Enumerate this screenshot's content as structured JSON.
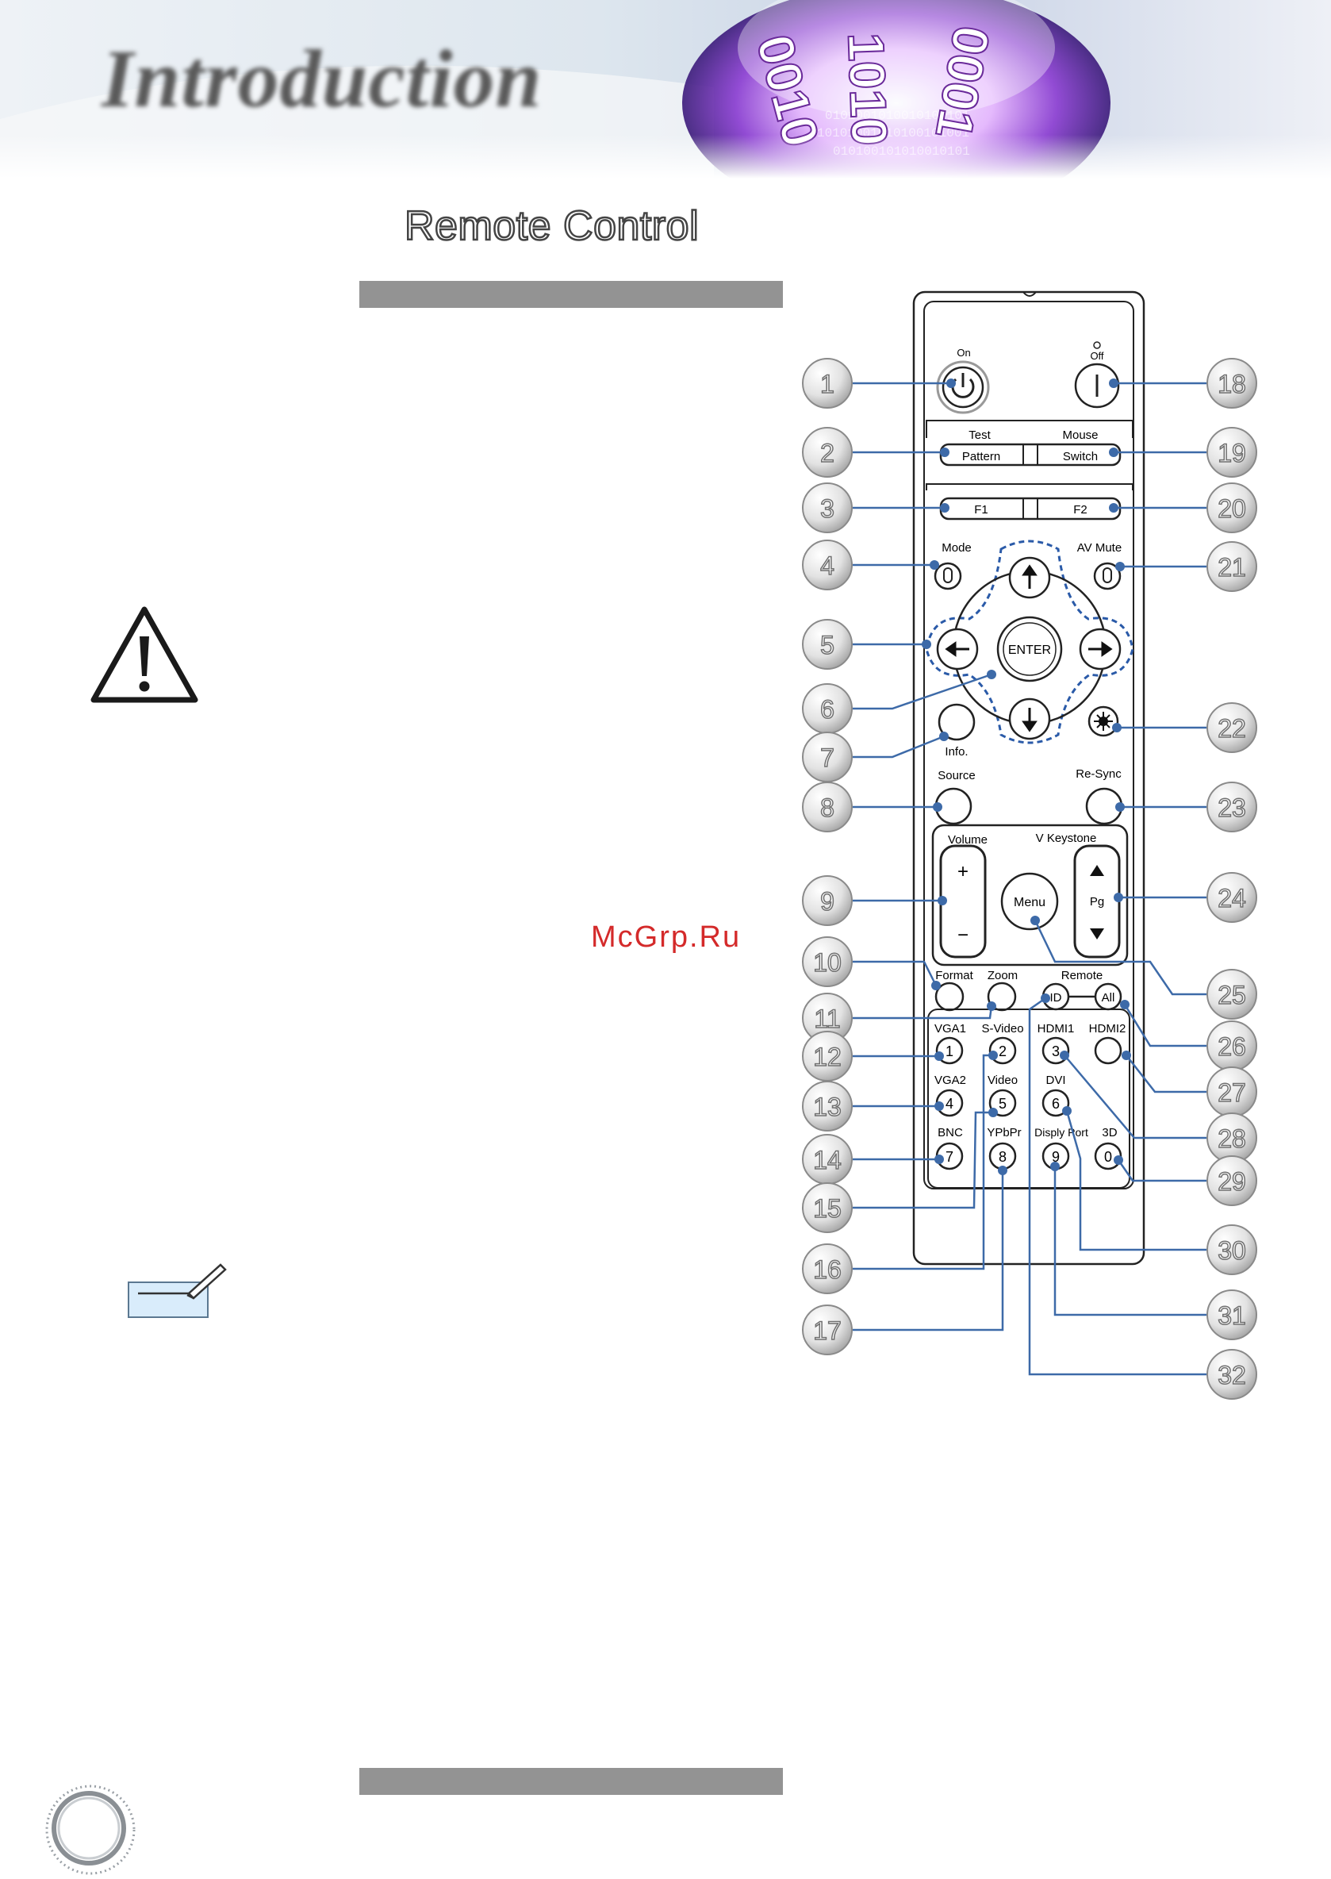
{
  "banner": {
    "title": "Introduction",
    "digits": [
      "0010",
      "1010",
      "0001"
    ]
  },
  "heading": "Remote Control",
  "watermark": "McGrp.Ru",
  "remote": {
    "power_on": "On",
    "power_off": "Off",
    "test": "Test",
    "pattern": "Pattern",
    "mouse": "Mouse",
    "switch": "Switch",
    "f1": "F1",
    "f2": "F2",
    "mode": "Mode",
    "av_mute": "AV Mute",
    "enter": "ENTER",
    "info": "Info.",
    "source": "Source",
    "resync": "Re-Sync",
    "volume": "Volume",
    "vkeystone": "V Keystone",
    "plus": "+",
    "minus": "−",
    "menu": "Menu",
    "pg": "Pg",
    "format": "Format",
    "zoom": "Zoom",
    "remote_label": "Remote",
    "id": "ID",
    "all": "All",
    "vga1": "VGA1",
    "svideo": "S-Video",
    "hdmi1": "HDMI1",
    "hdmi2": "HDMI2",
    "vga2": "VGA2",
    "video": "Video",
    "dvi": "DVI",
    "bnc": "BNC",
    "ypbpr": "YPbPr",
    "displayport": "Disply Port",
    "threed": "3D",
    "num": [
      "1",
      "2",
      "3",
      "4",
      "5",
      "6",
      "7",
      "8",
      "9",
      "0"
    ]
  },
  "callouts": [
    "1",
    "2",
    "3",
    "4",
    "5",
    "6",
    "7",
    "8",
    "9",
    "10",
    "11",
    "12",
    "13",
    "14",
    "15",
    "16",
    "17",
    "18",
    "19",
    "20",
    "21",
    "22",
    "23",
    "24",
    "25",
    "26",
    "27",
    "28",
    "29",
    "30",
    "31",
    "32"
  ]
}
